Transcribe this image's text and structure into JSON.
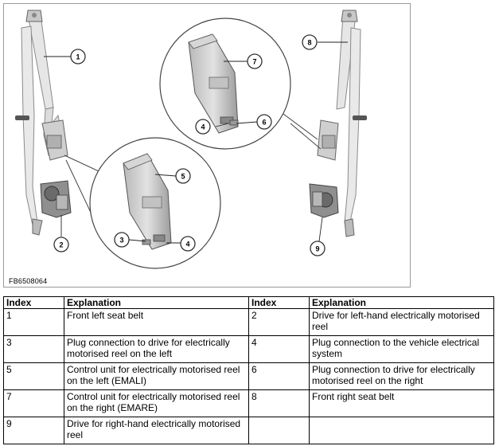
{
  "figure": {
    "id_label": "FB6508064",
    "callouts": [
      "1",
      "2",
      "3",
      "4",
      "5",
      "6",
      "7",
      "8",
      "9"
    ]
  },
  "table": {
    "headers": [
      "Index",
      "Explanation",
      "Index",
      "Explanation"
    ],
    "rows": [
      [
        {
          "index": "1",
          "text": "Front left seat belt"
        },
        {
          "index": "2",
          "text": "Drive for left-hand electrically motorised reel"
        }
      ],
      [
        {
          "index": "3",
          "text": "Plug connection to drive for electrically motorised reel on the left"
        },
        {
          "index": "4",
          "text": "Plug connection to the vehicle electrical system"
        }
      ],
      [
        {
          "index": "5",
          "text": "Control unit for electrically motorised reel on the left (EMALI)"
        },
        {
          "index": "6",
          "text": "Plug connection to drive for electrically motorised reel on the right"
        }
      ],
      [
        {
          "index": "7",
          "text": "Control unit for electrically motorised reel on the right (EMARE)"
        },
        {
          "index": "8",
          "text": "Front right seat belt"
        }
      ],
      [
        {
          "index": "9",
          "text": "Drive for right-hand electrically motorised reel"
        },
        {
          "index": "",
          "text": ""
        }
      ]
    ]
  }
}
